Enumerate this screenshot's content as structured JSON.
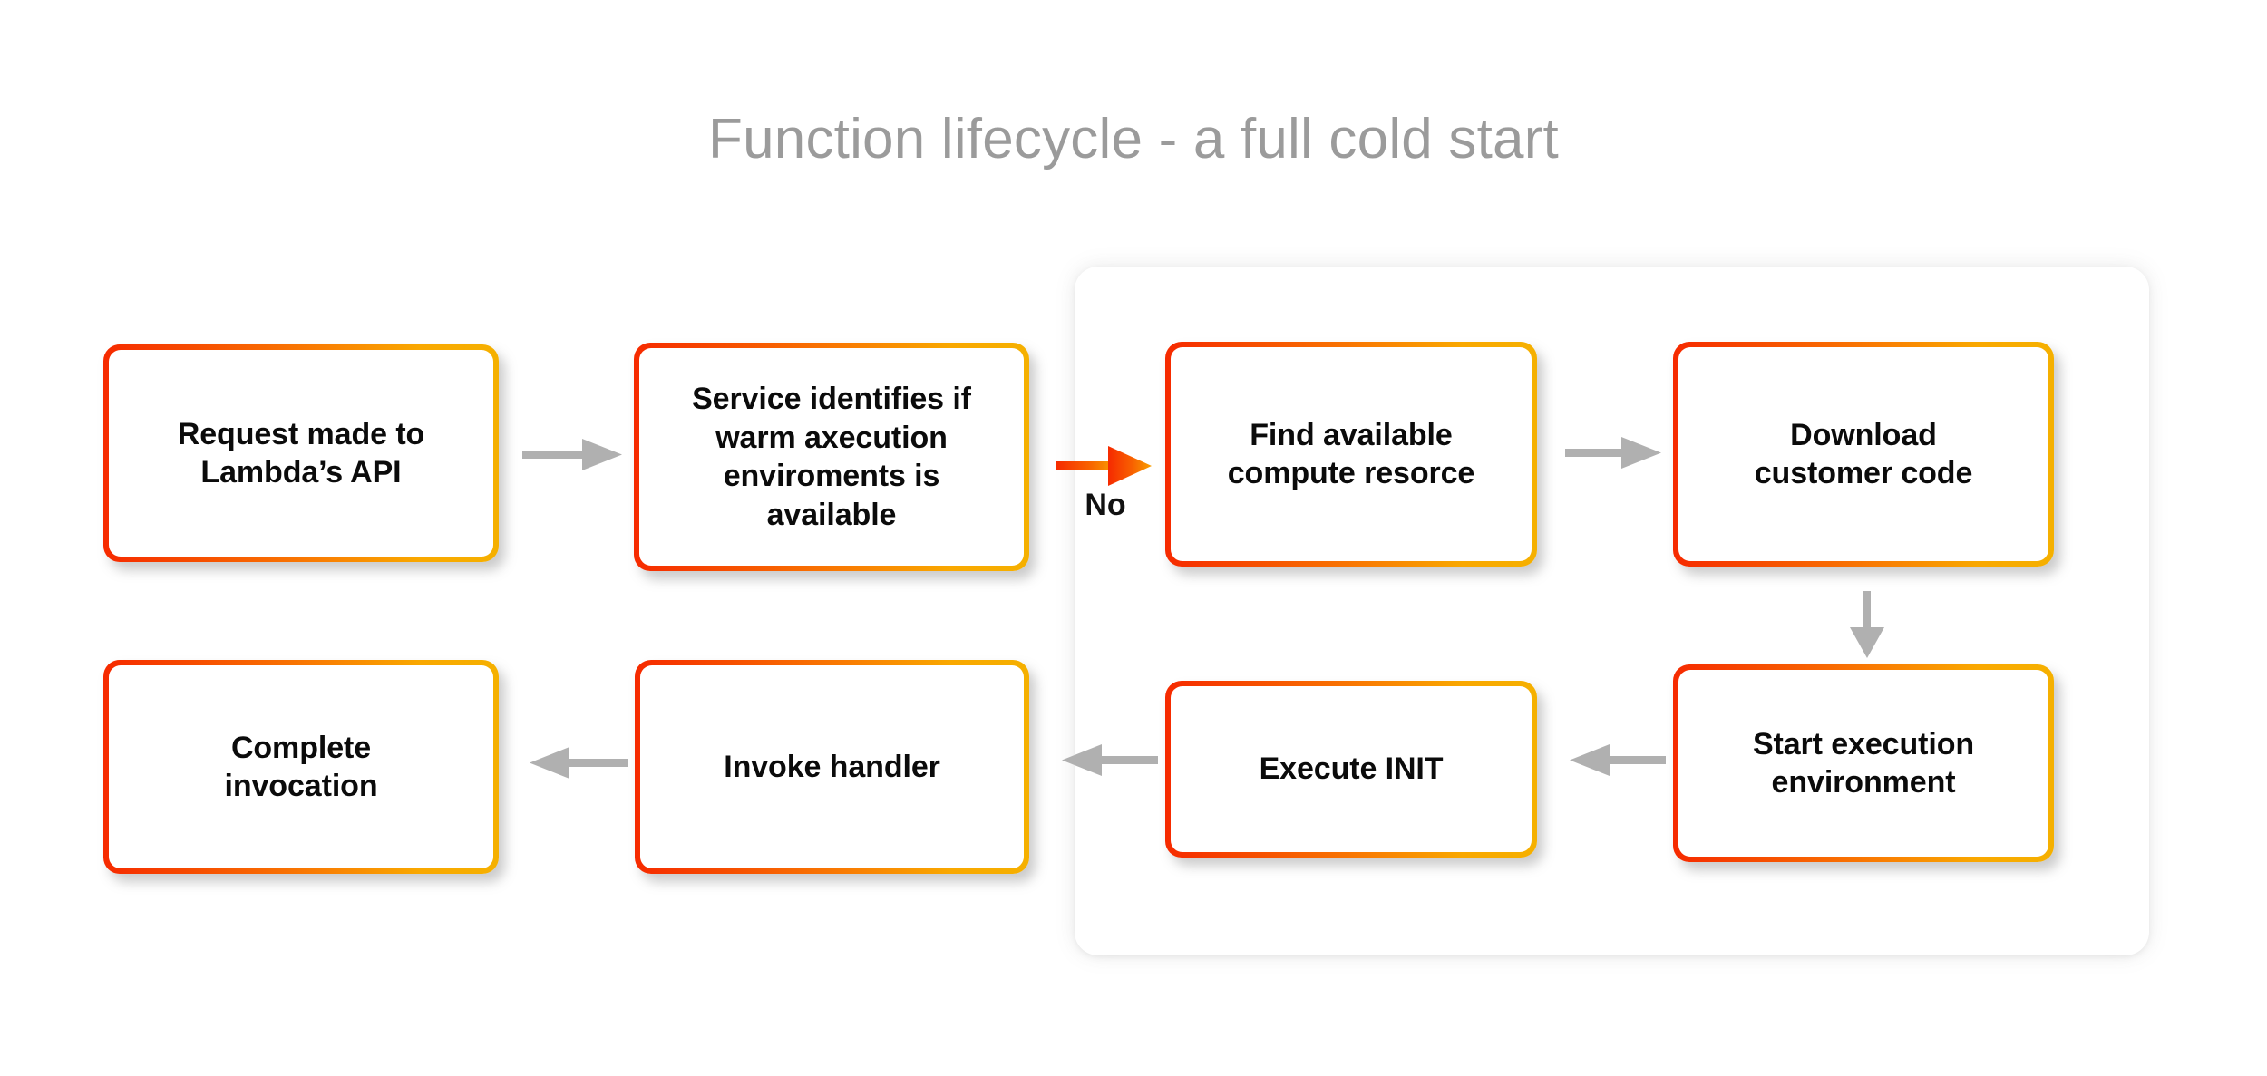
{
  "diagram": {
    "title": "Function lifecycle - a full cold start",
    "type": "flowchart",
    "background_color": "#ffffff",
    "title_color": "#9b9b9b",
    "node_border_gradient": {
      "from": "#f62a00",
      "to": "#f5b000"
    },
    "node_fill": "#ffffff",
    "node_text_color": "#0b0b0b",
    "arrow_color": "#b0b0b0",
    "branch_arrow_gradient": {
      "from": "#f62a00",
      "to": "#f9a100"
    },
    "group_panel_fill": "#ffffff"
  },
  "nodes": [
    {
      "id": "request",
      "label": "Request made to\nLambda’s API"
    },
    {
      "id": "service",
      "label": "Service identifies if\nwarm axecution\nenviroments is\navailable"
    },
    {
      "id": "find-compute",
      "label": "Find available\ncompute resorce"
    },
    {
      "id": "download-code",
      "label": "Download\ncustomer code"
    },
    {
      "id": "start-env",
      "label": "Start execution\nenvironment"
    },
    {
      "id": "execute-init",
      "label": "Execute INIT"
    },
    {
      "id": "invoke-handler",
      "label": "Invoke handler"
    },
    {
      "id": "complete",
      "label": "Complete\ninvocation"
    }
  ],
  "node_labels": {
    "request": "Request made to\nLambda’s API",
    "service": "Service identifies if\nwarm axecution\nenviroments is\navailable",
    "find_compute": "Find available\ncompute resorce",
    "download_code": "Download\ncustomer code",
    "start_env": "Start execution\nenvironment",
    "execute_init": "Execute INIT",
    "invoke_handler": "Invoke handler",
    "complete": "Complete\ninvocation"
  },
  "edges": [
    {
      "id": "request-service",
      "from": "request",
      "to": "service",
      "label": "",
      "direction": "right",
      "style": "gray"
    },
    {
      "id": "service-find",
      "from": "service",
      "to": "find-compute",
      "label": "No",
      "direction": "right",
      "style": "gradient"
    },
    {
      "id": "find-download",
      "from": "find-compute",
      "to": "download-code",
      "label": "",
      "direction": "right",
      "style": "gray"
    },
    {
      "id": "download-startenv",
      "from": "download-code",
      "to": "start-env",
      "label": "",
      "direction": "down",
      "style": "gray"
    },
    {
      "id": "startenv-init",
      "from": "start-env",
      "to": "execute-init",
      "label": "",
      "direction": "left",
      "style": "gray"
    },
    {
      "id": "init-invoke",
      "from": "execute-init",
      "to": "invoke-handler",
      "label": "",
      "direction": "left",
      "style": "gray"
    },
    {
      "id": "invoke-complete",
      "from": "invoke-handler",
      "to": "complete",
      "label": "",
      "direction": "left",
      "style": "gray"
    }
  ],
  "branch_label": "No",
  "group": {
    "id": "cold-start-group",
    "label": "",
    "contains": [
      "find-compute",
      "download-code",
      "start-env",
      "execute-init"
    ]
  }
}
